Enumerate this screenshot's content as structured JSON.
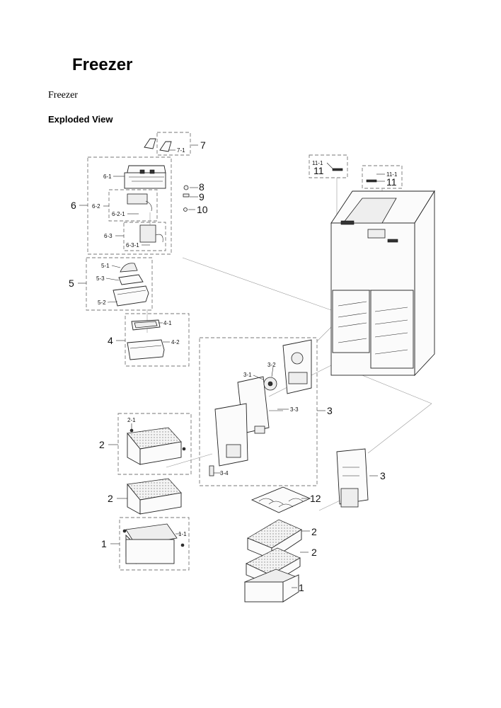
{
  "header": {
    "title": "Freezer",
    "subtitle": "Freezer",
    "section": "Exploded View"
  },
  "callouts": {
    "c1": "1",
    "c1_1": "1-1",
    "c1b": "1",
    "c2": "2",
    "c2_1": "2-1",
    "c2b": "2",
    "c2c": "2",
    "c2d": "2",
    "c3": "3",
    "c3_1": "3-1",
    "c3_2": "3-2",
    "c3_3": "3-3",
    "c3_4": "3-4",
    "c3b": "3",
    "c4": "4",
    "c4_1": "4-1",
    "c4_2": "4-2",
    "c5": "5",
    "c5_1": "5-1",
    "c5_2": "5-2",
    "c5_3": "5-3",
    "c6": "6",
    "c6_1": "6-1",
    "c6_2": "6-2",
    "c6_2_1": "6-2-1",
    "c6_3": "6-3",
    "c6_3_1": "6-3-1",
    "c7": "7",
    "c7_1": "7-1",
    "c8": "8",
    "c9": "9",
    "c10": "10",
    "c11a": "11",
    "c11_1a": "11-1",
    "c11b": "11",
    "c11_1b": "11-1",
    "c12": "12"
  }
}
